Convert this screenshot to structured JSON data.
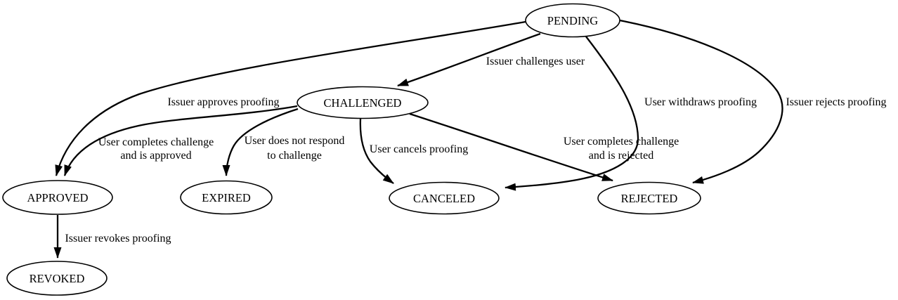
{
  "diagram": {
    "kind": "state-transition-graph",
    "colors": {
      "background": "#ffffff",
      "node_fill": "#ffffff",
      "stroke": "#000000",
      "text": "#000000"
    },
    "nodes": [
      {
        "id": "pending",
        "label": "PENDING"
      },
      {
        "id": "challenged",
        "label": "CHALLENGED"
      },
      {
        "id": "approved",
        "label": "APPROVED"
      },
      {
        "id": "expired",
        "label": "EXPIRED"
      },
      {
        "id": "canceled",
        "label": "CANCELED"
      },
      {
        "id": "rejected",
        "label": "REJECTED"
      },
      {
        "id": "revoked",
        "label": "REVOKED"
      }
    ],
    "edges": [
      {
        "from": "PENDING",
        "to": "CHALLENGED",
        "label": "Issuer challenges user"
      },
      {
        "from": "PENDING",
        "to": "APPROVED",
        "label": "Issuer approves proofing"
      },
      {
        "from": "PENDING",
        "to": "CANCELED",
        "label": "User withdraws proofing"
      },
      {
        "from": "PENDING",
        "to": "REJECTED",
        "label": "Issuer rejects proofing"
      },
      {
        "from": "CHALLENGED",
        "to": "APPROVED",
        "label": "User completes challenge and is approved",
        "lines": [
          "User completes challenge",
          "and is approved"
        ]
      },
      {
        "from": "CHALLENGED",
        "to": "EXPIRED",
        "label": "User does not respond to challenge",
        "lines": [
          "User does not respond",
          "to challenge"
        ]
      },
      {
        "from": "CHALLENGED",
        "to": "CANCELED",
        "label": "User cancels proofing"
      },
      {
        "from": "CHALLENGED",
        "to": "REJECTED",
        "label": "User completes challenge and is rejected",
        "lines": [
          "User completes challenge",
          "and is rejected"
        ]
      },
      {
        "from": "APPROVED",
        "to": "REVOKED",
        "label": "Issuer revokes proofing"
      }
    ]
  }
}
